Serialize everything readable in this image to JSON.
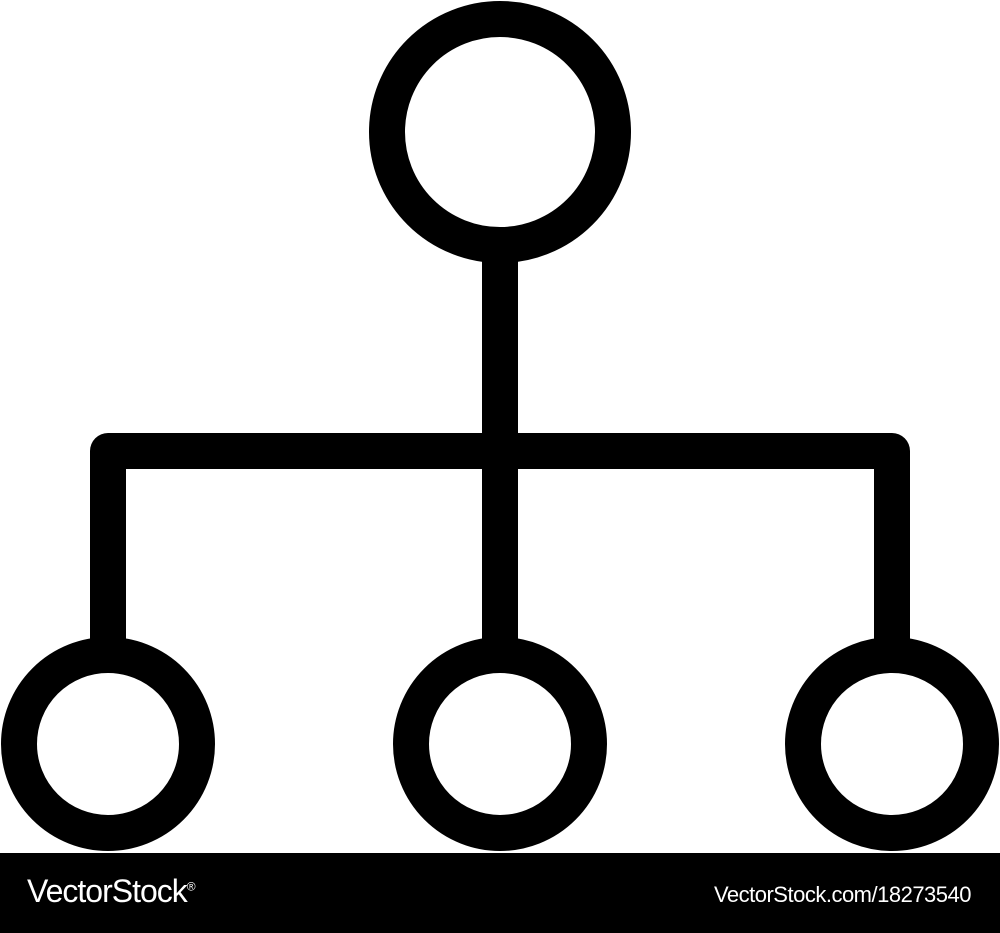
{
  "icon": {
    "name": "hierarchy-icon",
    "stroke_color": "#000000",
    "background_color": "#ffffff"
  },
  "diagram": {
    "nodes": [
      {
        "id": "root",
        "label": ""
      },
      {
        "id": "child-left",
        "label": ""
      },
      {
        "id": "child-middle",
        "label": ""
      },
      {
        "id": "child-right",
        "label": ""
      }
    ],
    "edges": [
      {
        "from": "root",
        "to": "child-left"
      },
      {
        "from": "root",
        "to": "child-middle"
      },
      {
        "from": "root",
        "to": "child-right"
      }
    ]
  },
  "footer": {
    "background_color": "#000000",
    "text_color": "#ffffff",
    "logo_text": "VectorStock",
    "logo_suffix": "®",
    "url_text": "VectorStock.com/18273540"
  }
}
